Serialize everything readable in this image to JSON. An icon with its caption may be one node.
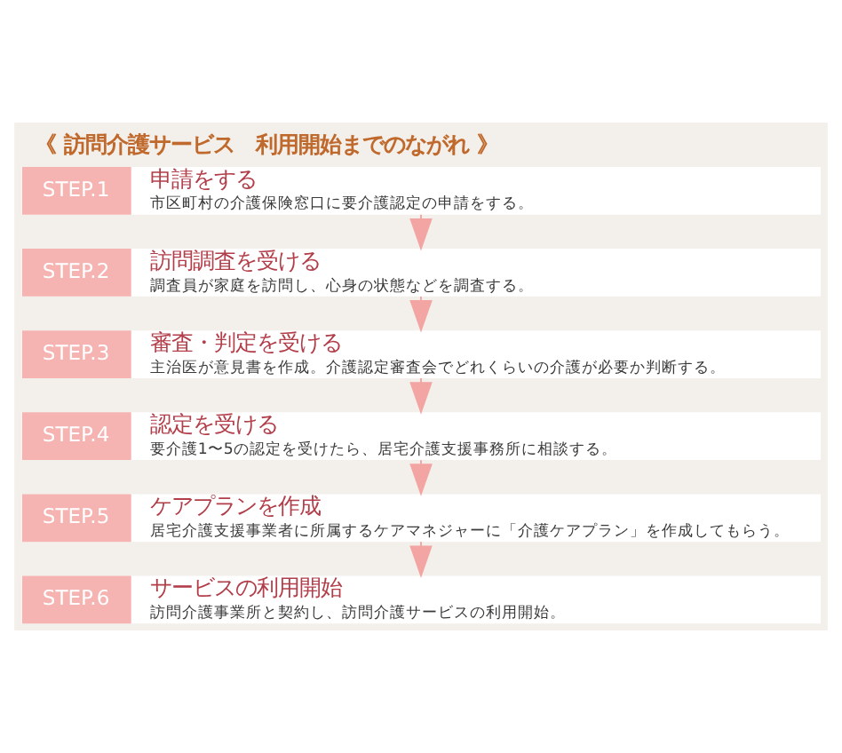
{
  "diagram": {
    "title": "《 訪問介護サービス　利用開始までのながれ 》",
    "nodes": [
      {
        "text": [
          "STEP.1",
          "申請をする",
          "市区町村の介護保険窓口に要介護認定の申請をする。"
        ]
      },
      {
        "text": [
          "STEP.2",
          "訪問調査を受ける",
          "調査員が家庭を訪問し、心身の状態などを調査する。"
        ]
      },
      {
        "text": [
          "STEP.3",
          "審査・判定を受ける",
          "主治医が意見書を作成。介護認定審査会でどれくらいの介護が必要か判断する。"
        ]
      },
      {
        "text": [
          "STEP.4",
          "認定を受ける",
          "要介護1〜5の認定を受けたら、居宅介護支援事務所に相談する。"
        ]
      },
      {
        "text": [
          "STEP.5",
          "ケアプランを作成",
          "居宅介護支援事業者に所属するケアマネジャーに「介護ケアプラン」を作成してもらう。"
        ]
      },
      {
        "text": [
          "STEP.6",
          "サービスの利用開始",
          "訪問介護事業所と契約し、訪問介護サービスの利用開始。"
        ]
      }
    ],
    "edges": [
      {
        "from": 0,
        "to": 1,
        "arrow": "to"
      },
      {
        "from": 1,
        "to": 2,
        "arrow": "to"
      },
      {
        "from": 2,
        "to": 3,
        "arrow": "to"
      },
      {
        "from": 3,
        "to": 4,
        "arrow": "to"
      },
      {
        "from": 4,
        "to": 5,
        "arrow": "to"
      }
    ]
  }
}
